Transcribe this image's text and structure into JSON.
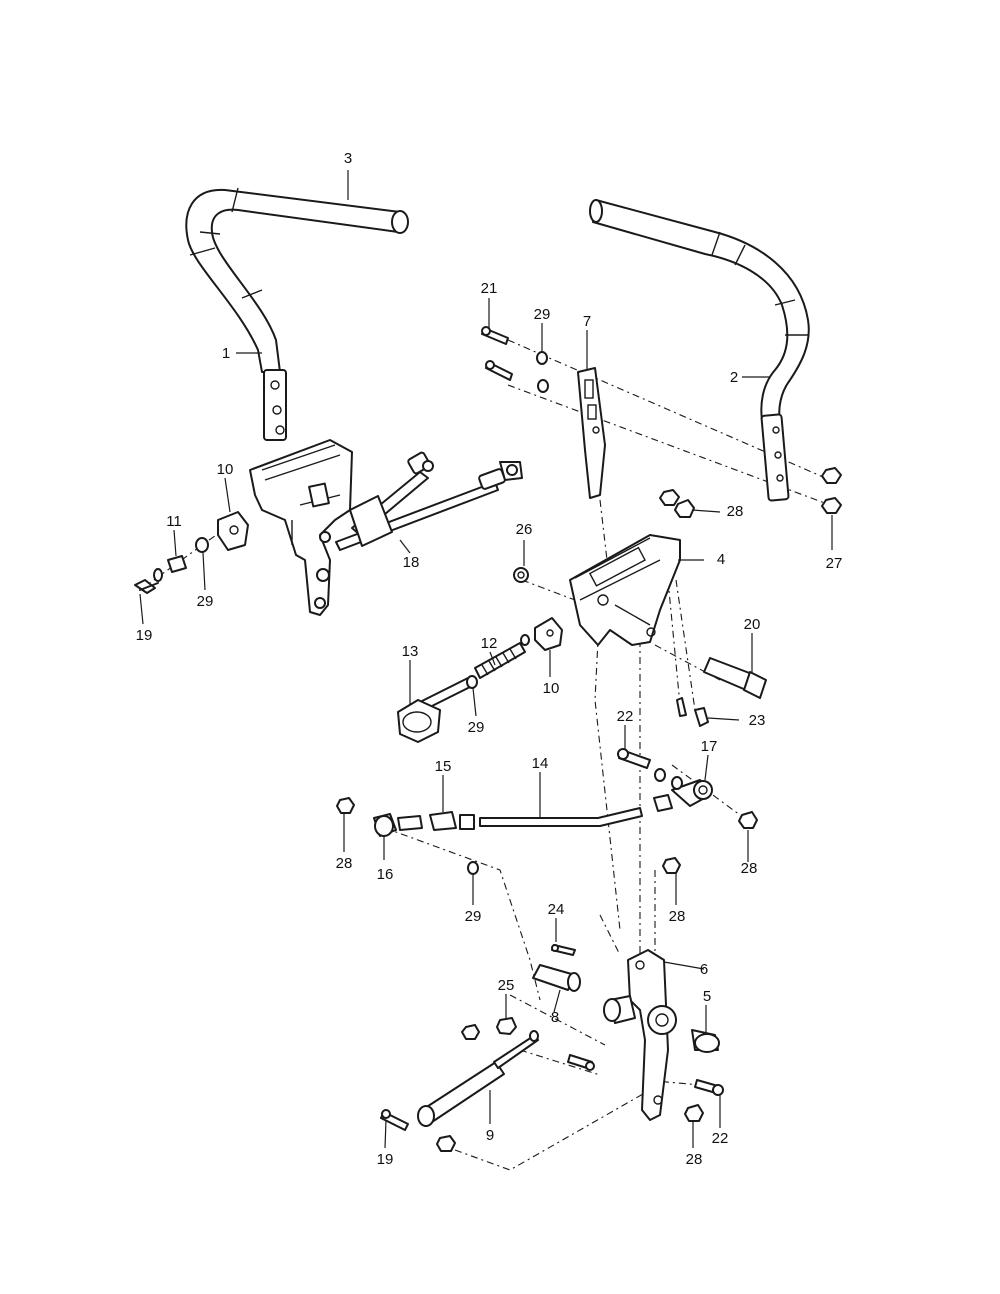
{
  "diagram": {
    "callouts": {
      "c1": "1",
      "c2": "2",
      "c3": "3",
      "c4": "4",
      "c5": "5",
      "c6": "6",
      "c7": "7",
      "c8": "8",
      "c9": "9",
      "c10a": "10",
      "c10b": "10",
      "c11": "11",
      "c12": "12",
      "c13": "13",
      "c14": "14",
      "c15": "15",
      "c16": "16",
      "c17": "17",
      "c18": "18",
      "c19a": "19",
      "c19b": "19",
      "c20": "20",
      "c21": "21",
      "c22a": "22",
      "c22b": "22",
      "c23": "23",
      "c24": "24",
      "c25": "25",
      "c26": "26",
      "c27": "27",
      "c28a": "28",
      "c28b": "28",
      "c28c": "28",
      "c28d": "28",
      "c28e": "28",
      "c29a": "29",
      "c29b": "29",
      "c29c": "29",
      "c29d": "29"
    }
  }
}
